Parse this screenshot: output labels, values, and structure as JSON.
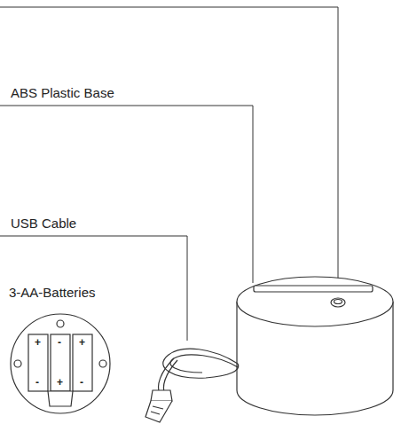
{
  "diagram": {
    "labels": [
      "ABS Plastic Base",
      "USB Cable",
      "3-AA-Batteries",
      "+",
      "-",
      "-",
      "+",
      "+",
      "-"
    ]
  }
}
